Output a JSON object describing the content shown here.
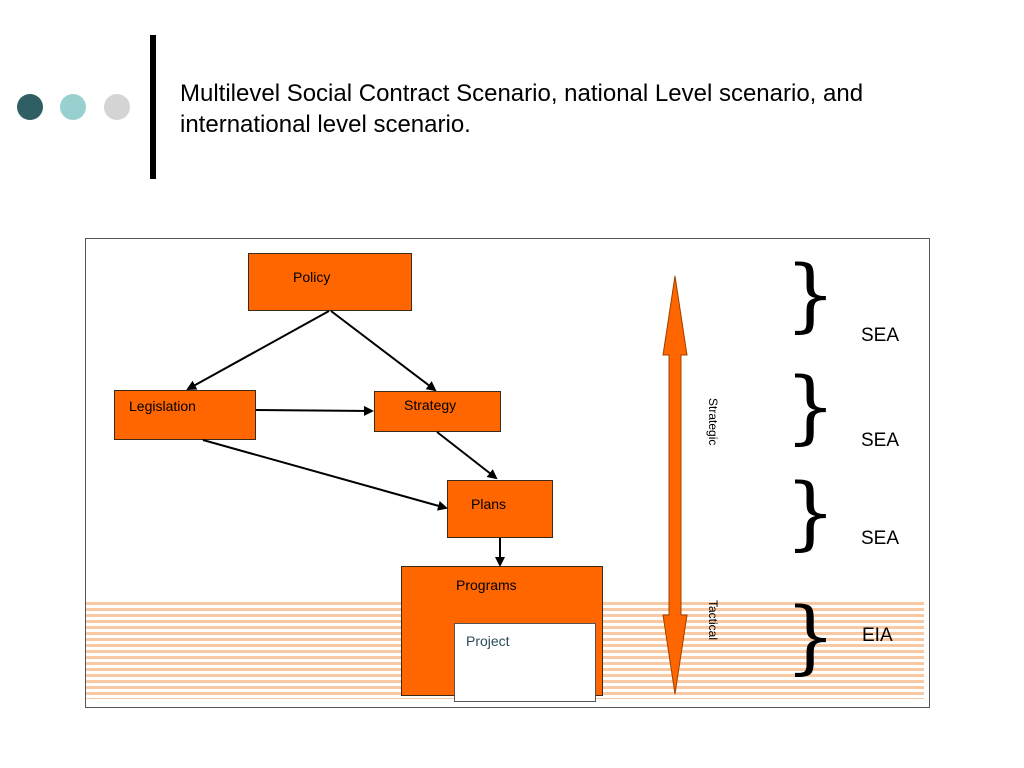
{
  "header": {
    "title": "Multilevel Social Contract Scenario, national Level scenario, and international level scenario.",
    "dot_colors": [
      "#2f5f62",
      "#98d0d0",
      "#d4d4d4"
    ]
  },
  "diagram": {
    "nodes": {
      "policy": "Policy",
      "legislation": "Legislation",
      "strategy": "Strategy",
      "plans": "Plans",
      "programs": "Programs",
      "project": "Project"
    },
    "axis": {
      "strategic": "Strategic",
      "tactical": "Tactical"
    },
    "levels": [
      "SEA",
      "SEA",
      "SEA",
      "EIA"
    ],
    "colors": {
      "box_fill": "#ff6600",
      "stripe": "#f9c9a3",
      "project_text": "#2b4b5a"
    }
  }
}
